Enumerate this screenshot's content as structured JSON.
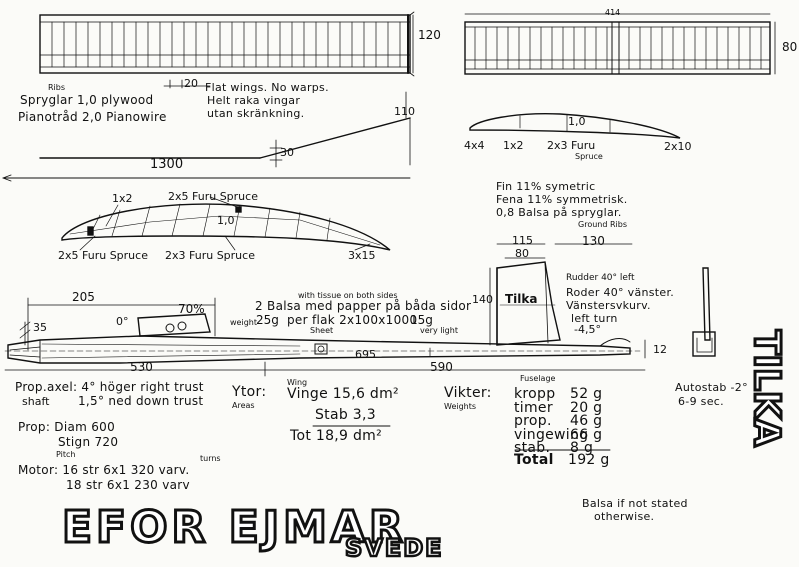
{
  "wing": {
    "dim_120": "120",
    "dim_20": "20",
    "dim_110": "110",
    "dim_30": "30",
    "span": "1300",
    "ribs_en": "Ribs",
    "ribs": "Spryglar 1,0 plywood",
    "pianowire": "Pianotråd 2,0 Pianowire",
    "flat_en": "Flat wings. No warps.",
    "flat_sv1": "Helt raka vingar",
    "flat_sv2": "utan skränkning."
  },
  "stab": {
    "span": "414",
    "chord": "80",
    "rib_1_0": "1,0",
    "spar_4x4": "4x4",
    "spar_1x2": "1x2",
    "spar_2x3": "2x3 Furu",
    "spruce": "Spruce",
    "spar_2x10": "2x10"
  },
  "airfoil": {
    "spar_1x2": "1x2",
    "spar_2x5_top": "2x5 Furu Spruce",
    "rib_1_0": "1,0",
    "spar_2x5_bot": "2x5 Furu Spruce",
    "spar_2x3": "2x3 Furu Spruce",
    "spar_3x15": "3x15"
  },
  "fin": {
    "en": "Fin 11% symetric",
    "sv": "Fena 11% symmetrisk.",
    "balsa": "0,8 Balsa på spryglar.",
    "ground": "Ground Ribs",
    "dim_115": "115",
    "dim_130": "130",
    "dim_80": "80",
    "dim_140": "140",
    "name": "Tilka",
    "rudder_en": "Rudder 40° left",
    "rudder_sv": "Roder 40° vänster.",
    "turn_sv": "Vänstersvkurv.",
    "turn_en": "left turn",
    "angle": "-4,5°"
  },
  "fuselage": {
    "dim_205": "205",
    "zero": "0°",
    "pct_70": "70%",
    "dia_35": "35",
    "weight_en": "weight",
    "w25": "25g",
    "with_tissue": "with tissue on both sides",
    "balsa_note": "2 Balsa med papper på båda sidor",
    "per_flak": "per flak 2x100x1000",
    "sheet": "Sheet",
    "w15": "15g",
    "very_light": "very light",
    "dim_695": "695",
    "dim_530": "530",
    "dim_590": "590",
    "dim_12": "12"
  },
  "specs": {
    "prop_axel": "Prop.axel: 4° höger right trust",
    "shaft": "shaft",
    "down": "1,5° ned down trust",
    "prop_diam": "Prop: Diam 600",
    "stign": "Stign 720",
    "pitch": "Pitch",
    "turns": "turns",
    "motor1": "Motor: 16 str 6x1 320 varv.",
    "motor2": "18 str 6x1 230 varv"
  },
  "areas": {
    "label": "Ytor:",
    "areas_en": "Areas",
    "wing_en": "Wing",
    "vinge": "Vinge 15,6 dm²",
    "stab": "Stab 3,3",
    "tot": "Tot 18,9 dm²"
  },
  "weights": {
    "label": "Vikter:",
    "weights_en": "Weights",
    "fuselage_en": "Fuselage",
    "rows": [
      {
        "name": "kropp",
        "value": "52 g"
      },
      {
        "name": "timer",
        "value": "20 g"
      },
      {
        "name": "prop.",
        "value": "46 g"
      },
      {
        "name": "vingewing",
        "value": "66 g"
      },
      {
        "name": "stab.",
        "value": "8 g"
      }
    ],
    "total_name": "Total",
    "total_value": "192 g"
  },
  "autostab": {
    "line1": "Autostab -2°",
    "line2": "6-9 sec."
  },
  "note": {
    "line1": "Balsa if not stated",
    "line2": "otherwise."
  },
  "logo_text": {
    "tilka": "TILKA",
    "designer": "EFOR EJMAR",
    "country": "SVEDE"
  }
}
